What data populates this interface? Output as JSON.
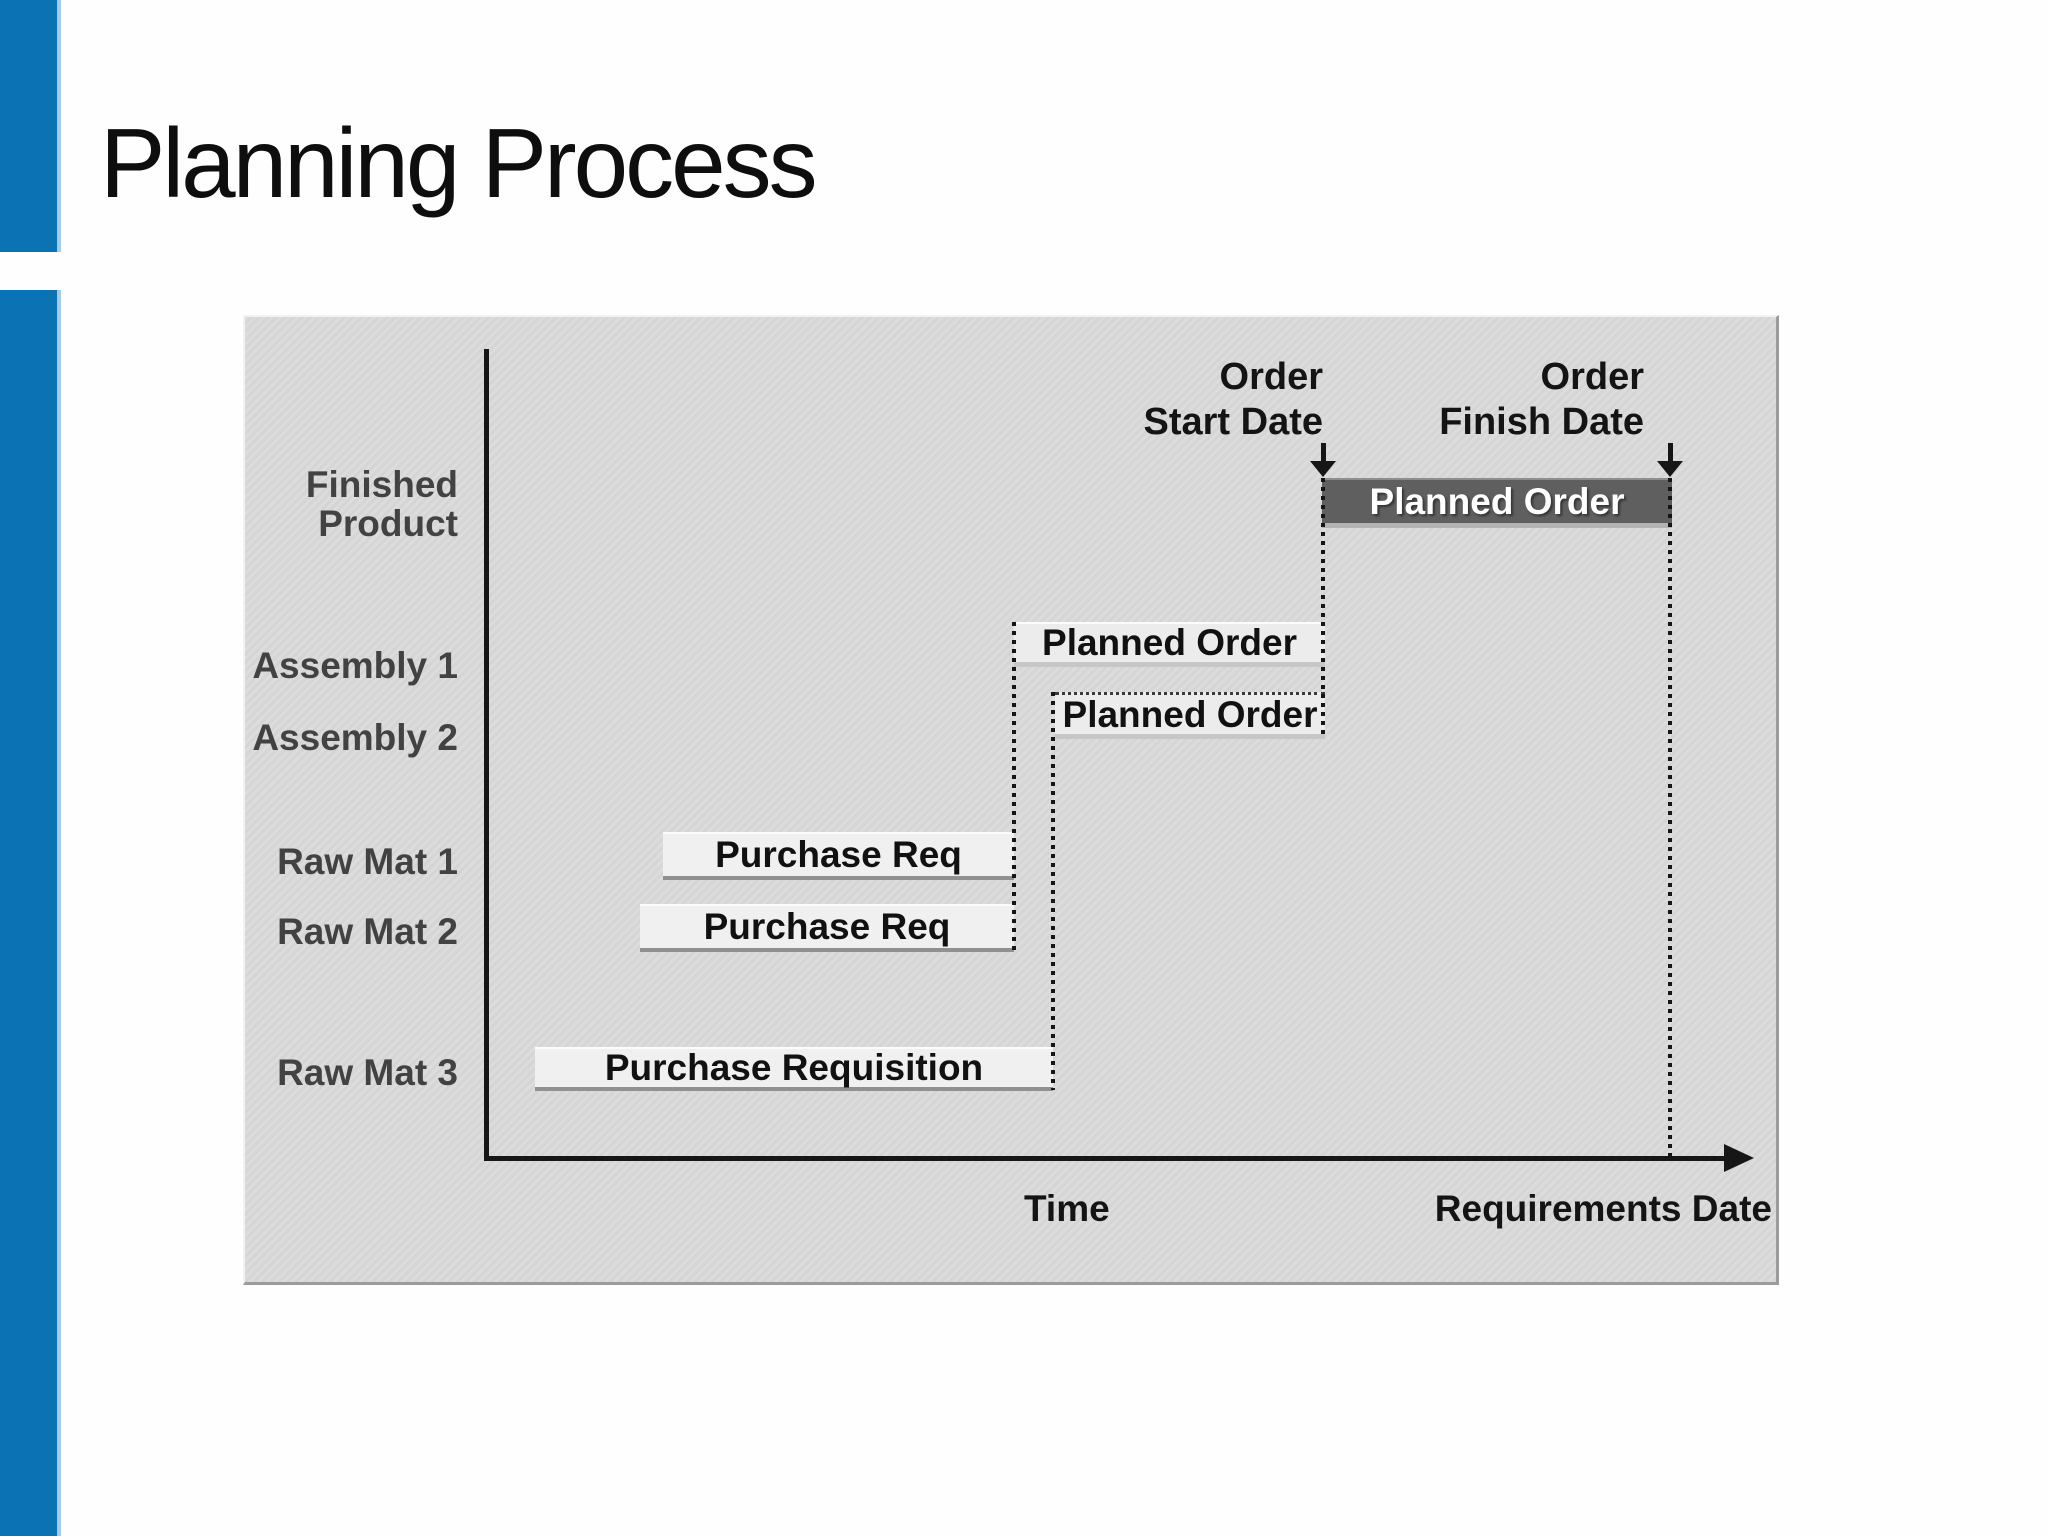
{
  "slide": {
    "title": "Planning Process"
  },
  "colors": {
    "accent-blue": "#0b72b3",
    "accent-blue-light": "#a6cbe7",
    "panel-bg": "#d9d9d9",
    "panel-edge-dark": "#9b9b9b",
    "panel-edge-light": "#f2f2f2",
    "bar-dark": "#5f5f5f",
    "bar-light": "#ececec",
    "ink": "#161616",
    "label-ink": "#424242"
  },
  "diagram": {
    "rows": [
      {
        "id": "finished-product",
        "lines": [
          "Finished",
          "Product"
        ],
        "bar": "Planned Order"
      },
      {
        "id": "assembly-1",
        "label": "Assembly 1",
        "bar": "Planned Order"
      },
      {
        "id": "assembly-2",
        "label": "Assembly 2",
        "bar": "Planned Order"
      },
      {
        "id": "raw-mat-1",
        "label": "Raw Mat 1",
        "bar": "Purchase Req"
      },
      {
        "id": "raw-mat-2",
        "label": "Raw Mat 2",
        "bar": "Purchase Req"
      },
      {
        "id": "raw-mat-3",
        "label": "Raw Mat 3",
        "bar": "Purchase Requisition"
      }
    ],
    "annotations": {
      "order_start": [
        "Order",
        "Start Date"
      ],
      "order_finish": [
        "Order",
        "Finish Date"
      ]
    },
    "axis": {
      "x_label": "Time",
      "x_end_label": "Requirements Date"
    }
  }
}
